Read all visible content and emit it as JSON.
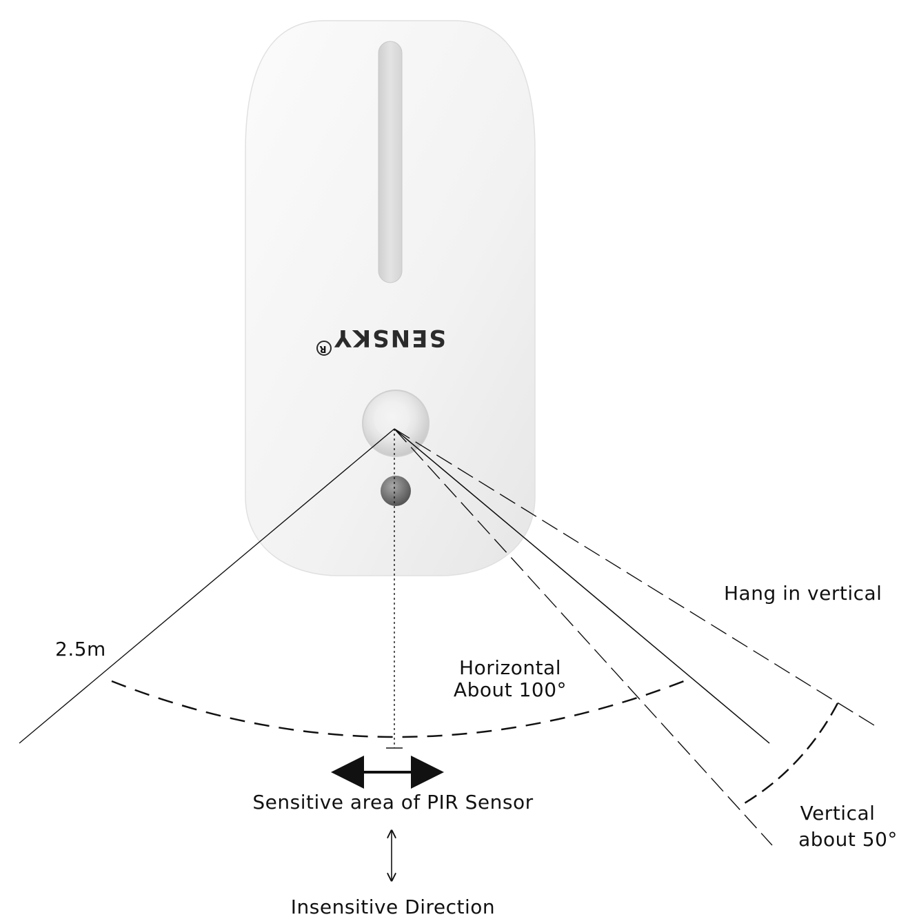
{
  "device": {
    "brand": "SENSKY",
    "registered_mark": "R",
    "body_color": "#f4f4f4",
    "light_bar_color": "#d9d9d9",
    "sensor_color": "#e8e8e8",
    "photocell_color": "#7a7a7a"
  },
  "labels": {
    "range": "2.5m",
    "horizontal_line1": "Horizontal",
    "horizontal_line2": "About 100°",
    "hang_vertical": "Hang in vertical",
    "vertical_line1": "Vertical",
    "vertical_line2": "about 50°",
    "sensitive_area": "Sensitive area of PIR Sensor",
    "insensitive_direction": "Insensitive Direction"
  },
  "angles": {
    "horizontal_degrees": 100,
    "vertical_degrees": 50
  }
}
